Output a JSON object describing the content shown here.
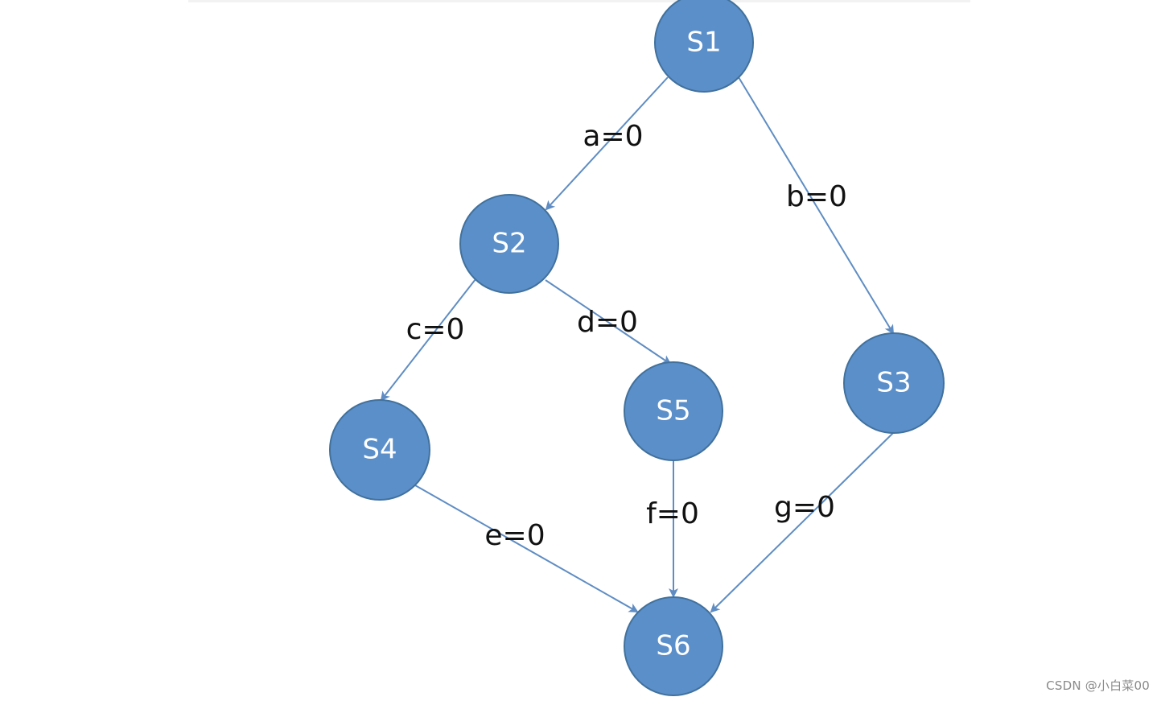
{
  "colors": {
    "node_fill": "#5b8fca",
    "node_stroke": "#41719c",
    "edge": "#5f8dc3",
    "label": "#111111"
  },
  "nodes": [
    {
      "id": "S1",
      "label": "S1"
    },
    {
      "id": "S2",
      "label": "S2"
    },
    {
      "id": "S3",
      "label": "S3"
    },
    {
      "id": "S4",
      "label": "S4"
    },
    {
      "id": "S5",
      "label": "S5"
    },
    {
      "id": "S6",
      "label": "S6"
    }
  ],
  "edges": [
    {
      "from": "S1",
      "to": "S2",
      "label": "a=0"
    },
    {
      "from": "S1",
      "to": "S3",
      "label": "b=0"
    },
    {
      "from": "S2",
      "to": "S4",
      "label": "c=0"
    },
    {
      "from": "S2",
      "to": "S5",
      "label": "d=0"
    },
    {
      "from": "S4",
      "to": "S6",
      "label": "e=0"
    },
    {
      "from": "S5",
      "to": "S6",
      "label": "f=0"
    },
    {
      "from": "S3",
      "to": "S6",
      "label": "g=0"
    }
  ],
  "watermark": "CSDN @小白菜00"
}
